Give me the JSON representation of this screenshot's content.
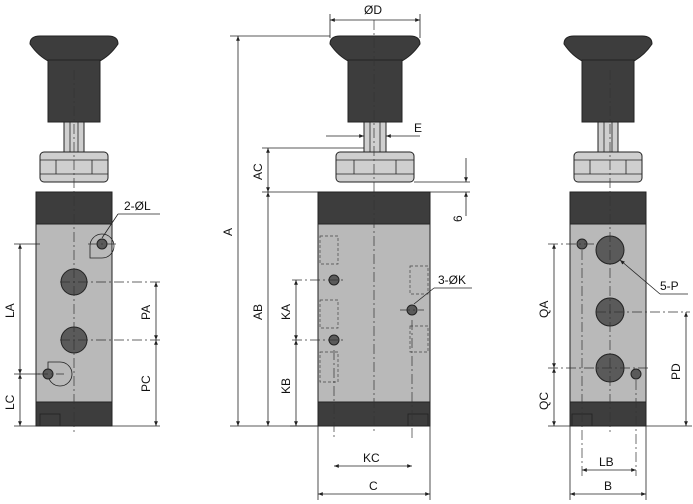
{
  "colors": {
    "body": "#b9b9b9",
    "body_light": "#cfcfcf",
    "dark": "#3d3d3d",
    "knob": "#3a3a3a",
    "port": "#5a5a5a",
    "line": "#222222"
  },
  "labels": {
    "A": "A",
    "AB": "AB",
    "AC": "AC",
    "D": "ØD",
    "E": "E",
    "six": "6",
    "KA": "KA",
    "KB": "KB",
    "KC": "KC",
    "C": "C",
    "K": "3-ØK",
    "L": "2-ØL",
    "LA": "LA",
    "LC": "LC",
    "PA": "PA",
    "PC": "PC",
    "P": "5-P",
    "QA": "QA",
    "QC": "QC",
    "PD": "PD",
    "LB": "LB",
    "B": "B"
  }
}
